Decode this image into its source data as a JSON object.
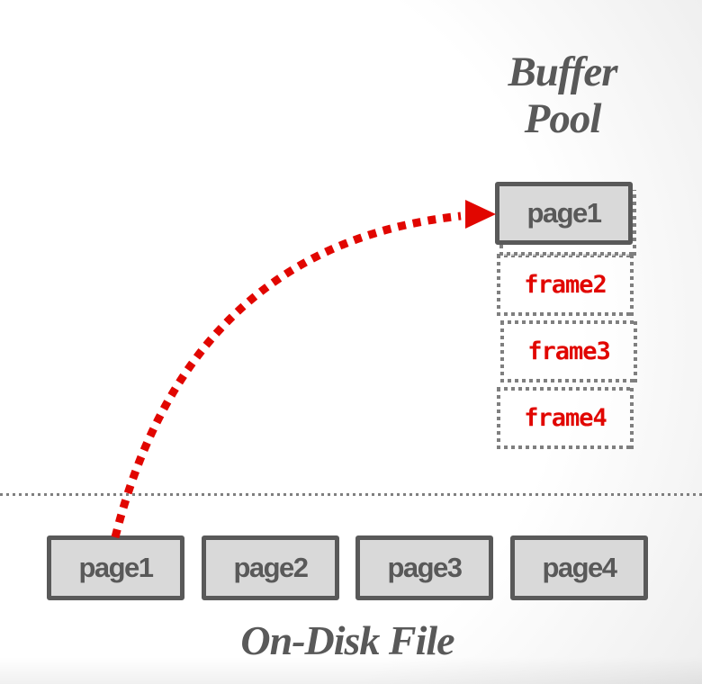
{
  "buffer_pool": {
    "title_line1": "Buffer",
    "title_line2": "Pool",
    "slots": [
      {
        "label": "page1",
        "kind": "page-loaded"
      },
      {
        "label": "frame2",
        "kind": "empty-frame"
      },
      {
        "label": "frame3",
        "kind": "empty-frame"
      },
      {
        "label": "frame4",
        "kind": "empty-frame"
      }
    ]
  },
  "disk": {
    "title": "On-Disk File",
    "pages": [
      {
        "label": "page1"
      },
      {
        "label": "page2"
      },
      {
        "label": "page3"
      },
      {
        "label": "page4"
      }
    ]
  },
  "arrow": {
    "meaning": "page1 is read from the on-disk file into buffer pool frame1",
    "style": "red-dotted-curve"
  },
  "colors": {
    "accent_red": "#e10600",
    "box_fill": "#d9d9d9",
    "box_border": "#595959",
    "text_gray": "#595959",
    "dotted_gray": "#7f7f7f"
  }
}
